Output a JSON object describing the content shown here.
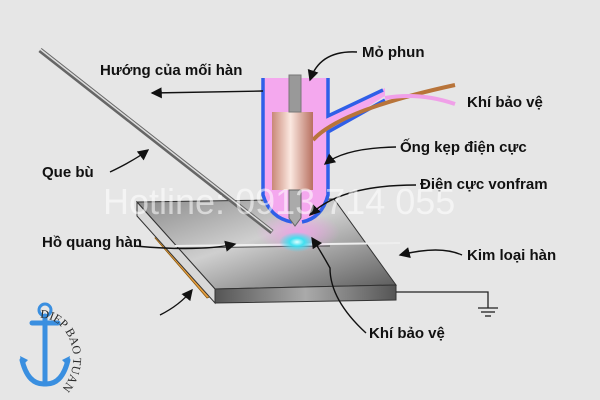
{
  "labels": {
    "weld_direction": "Hướng của mối hàn",
    "nozzle": "Mỏ phun",
    "shield_gas_top": "Khí bảo vệ",
    "filler_rod": "Que bù",
    "collet": "Ống kẹp điện cực",
    "tungsten_electrode": "Điện cực vonfram",
    "arc": "Hồ quang hàn",
    "base_metal": "Kim loại hàn",
    "shield_gas_bottom": "Khí bảo vệ"
  },
  "watermark": "Hotline: 0913 714 055",
  "logo": {
    "text": "DIEP BAO TUAN",
    "color": "#3a8fe0"
  },
  "colors": {
    "background": "#e6e6e6",
    "nozzle_outline": "#2f5fe8",
    "gas": "#f0a0e8",
    "collet": "#d9a090",
    "arc": "#40e0f0",
    "backing": "#e8a040",
    "plate": "#6a6a6a"
  }
}
